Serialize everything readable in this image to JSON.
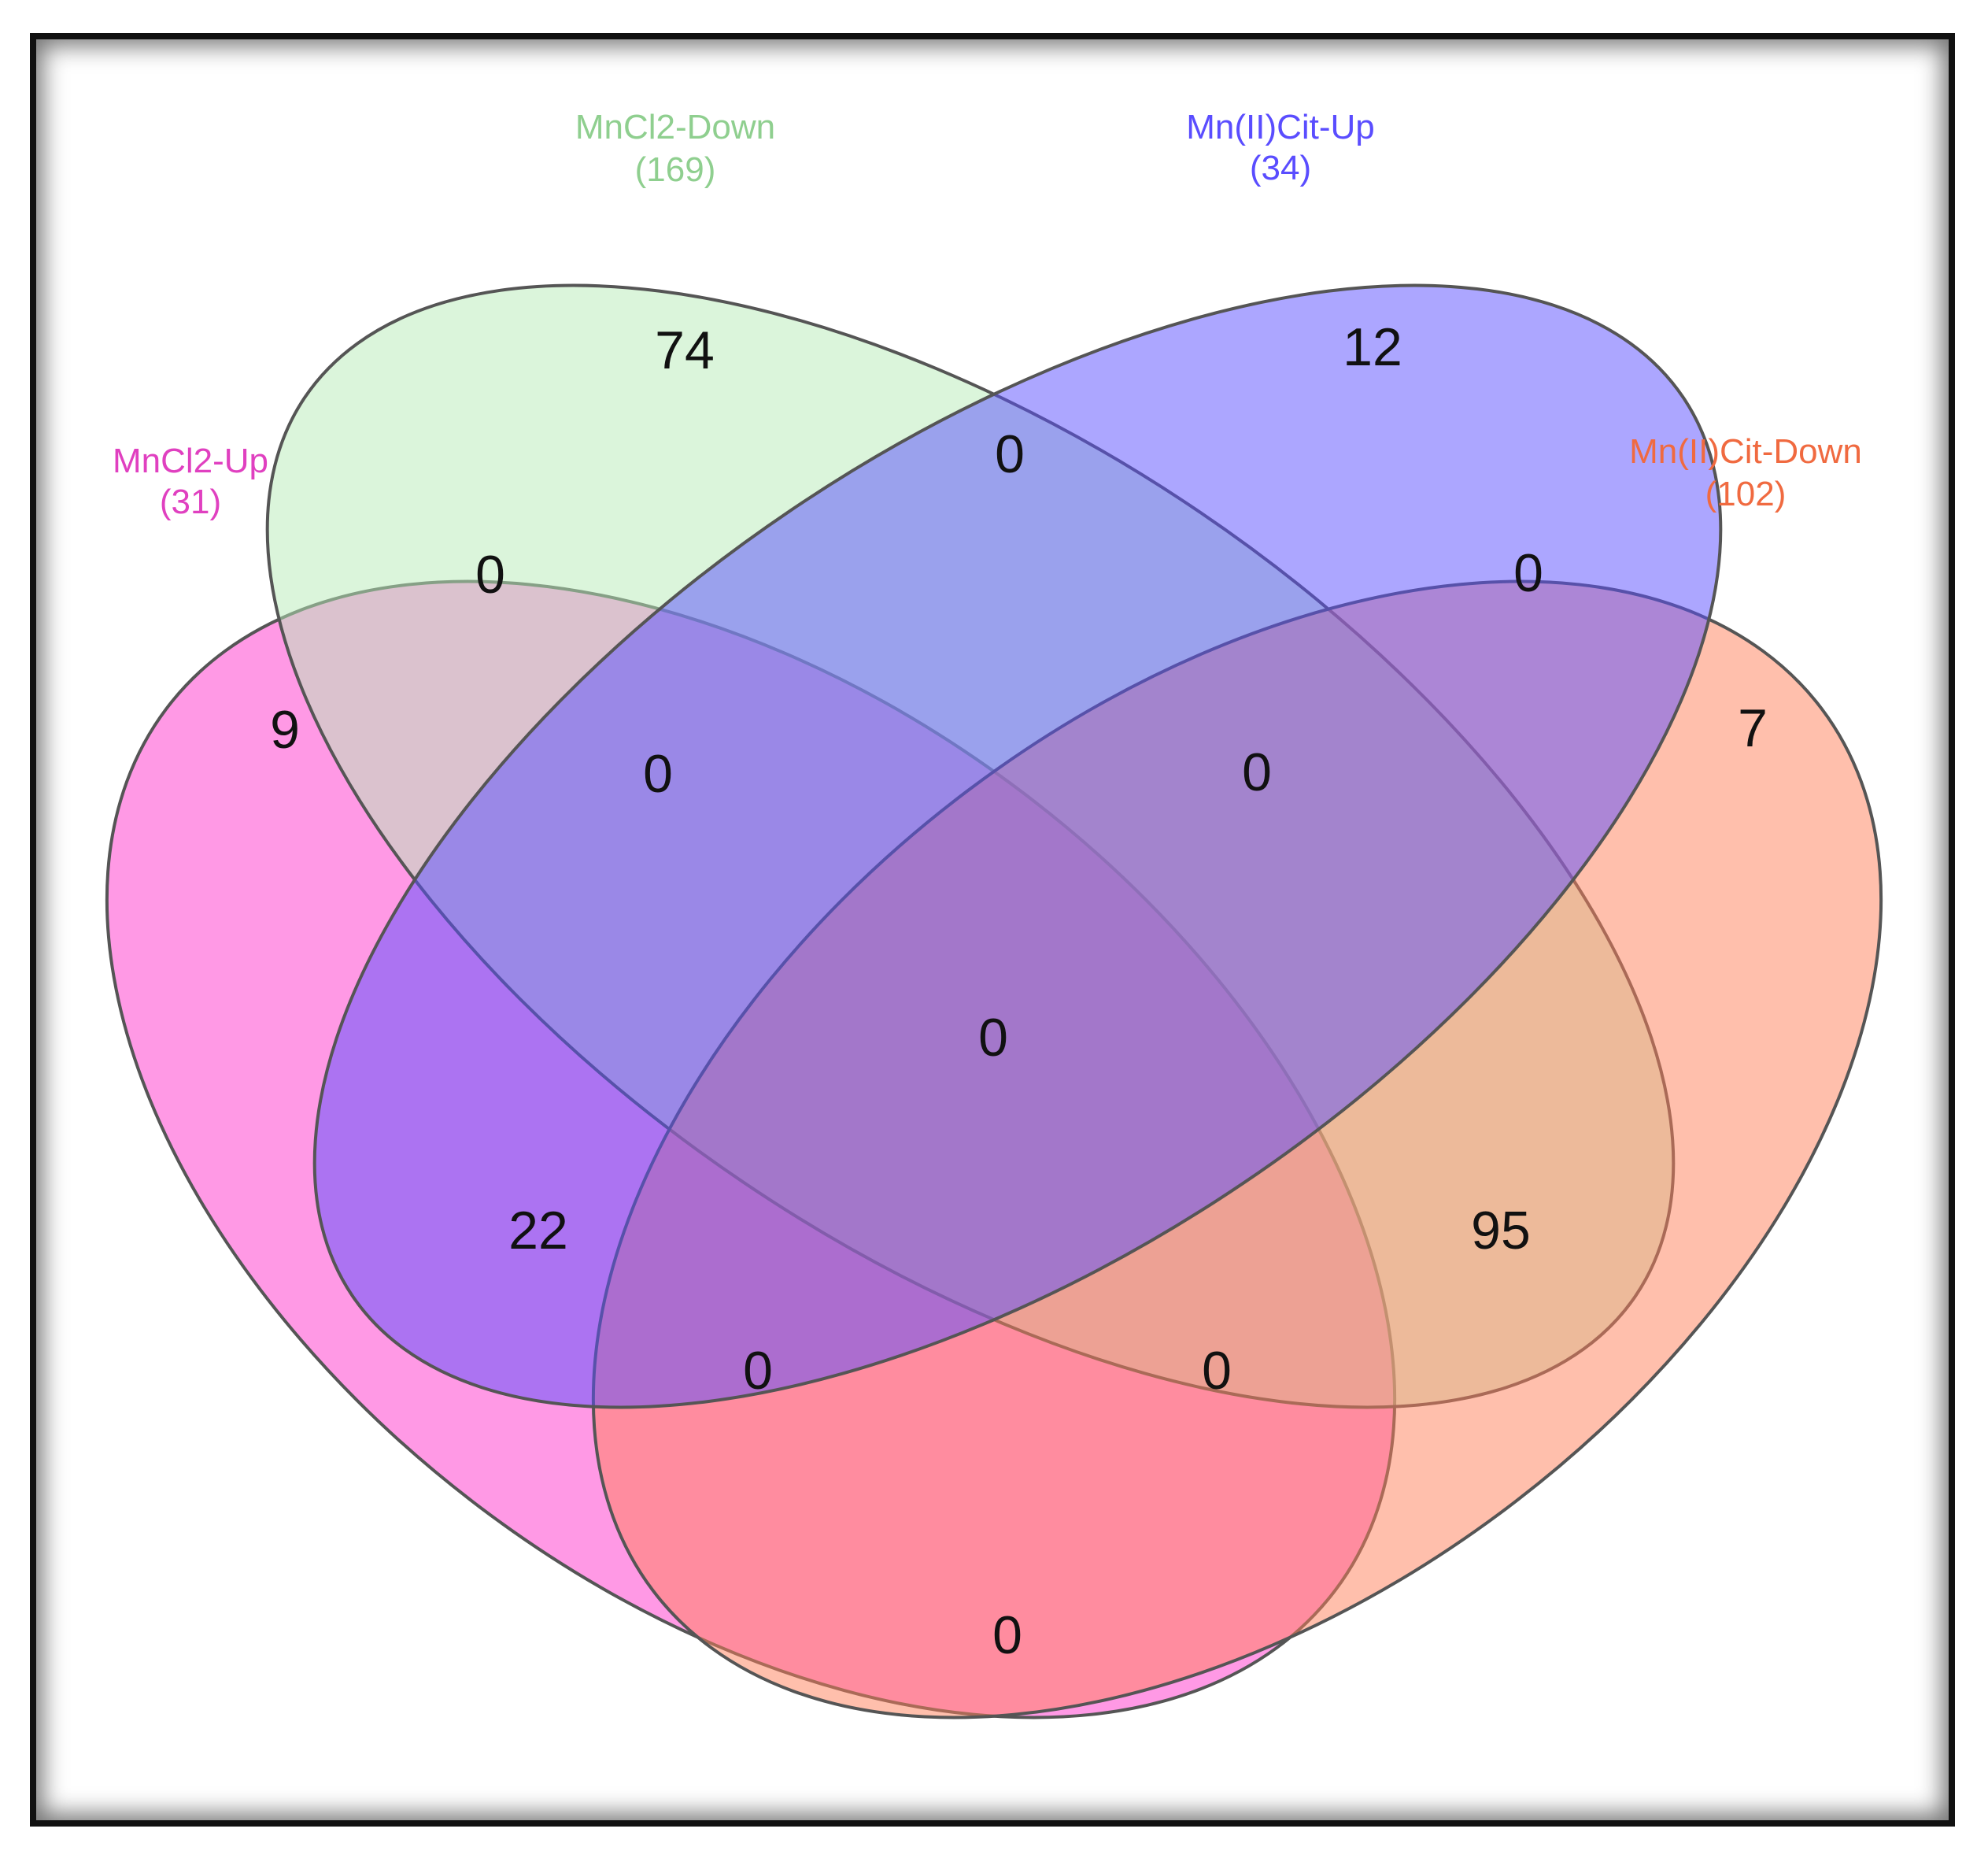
{
  "diagram": {
    "type": "venn-4-set",
    "sets": [
      {
        "id": "mncl2_up",
        "name": "MnCl2-Up",
        "count": "(31)",
        "fill": "#ff33cc",
        "text_color": "#e040c0"
      },
      {
        "id": "mncl2_down",
        "name": "MnCl2-Down",
        "count": "(169)",
        "fill": "#b8ecb8",
        "text_color": "#8fcf8f"
      },
      {
        "id": "mncit_up",
        "name": "Mn(II)Cit-Up",
        "count": "(34)",
        "fill": "#5a4dff",
        "text_color": "#5a4dff"
      },
      {
        "id": "mncit_down",
        "name": "Mn(II)Cit-Down",
        "count": "(102)",
        "fill": "#ff7f5a",
        "text_color": "#f06a40"
      }
    ],
    "regions": [
      {
        "id": "only_mncl2_up",
        "value": "9"
      },
      {
        "id": "only_mncl2_down",
        "value": "74"
      },
      {
        "id": "only_mncit_up",
        "value": "12"
      },
      {
        "id": "only_mncit_down",
        "value": "7"
      },
      {
        "id": "mncl2_up_and_mncl2_down",
        "value": "0"
      },
      {
        "id": "mncl2_down_and_mncit_up",
        "value": "0"
      },
      {
        "id": "mncit_up_and_mncit_down",
        "value": "0"
      },
      {
        "id": "mncl2_up_mncl2_down_mncit_up",
        "value": "0"
      },
      {
        "id": "mncl2_down_mncit_up_mncit_down",
        "value": "0"
      },
      {
        "id": "all_four",
        "value": "0"
      },
      {
        "id": "mncl2_up_and_mncit_up",
        "value": "22"
      },
      {
        "id": "mncl2_down_and_mncit_down",
        "value": "95"
      },
      {
        "id": "mncl2_up_mncit_up_mncit_down",
        "value": "0"
      },
      {
        "id": "mncl2_up_mncl2_down_mncit_down",
        "value": "0"
      },
      {
        "id": "mncl2_up_and_mncit_down",
        "value": "0"
      }
    ],
    "outline_color": "#555555"
  }
}
